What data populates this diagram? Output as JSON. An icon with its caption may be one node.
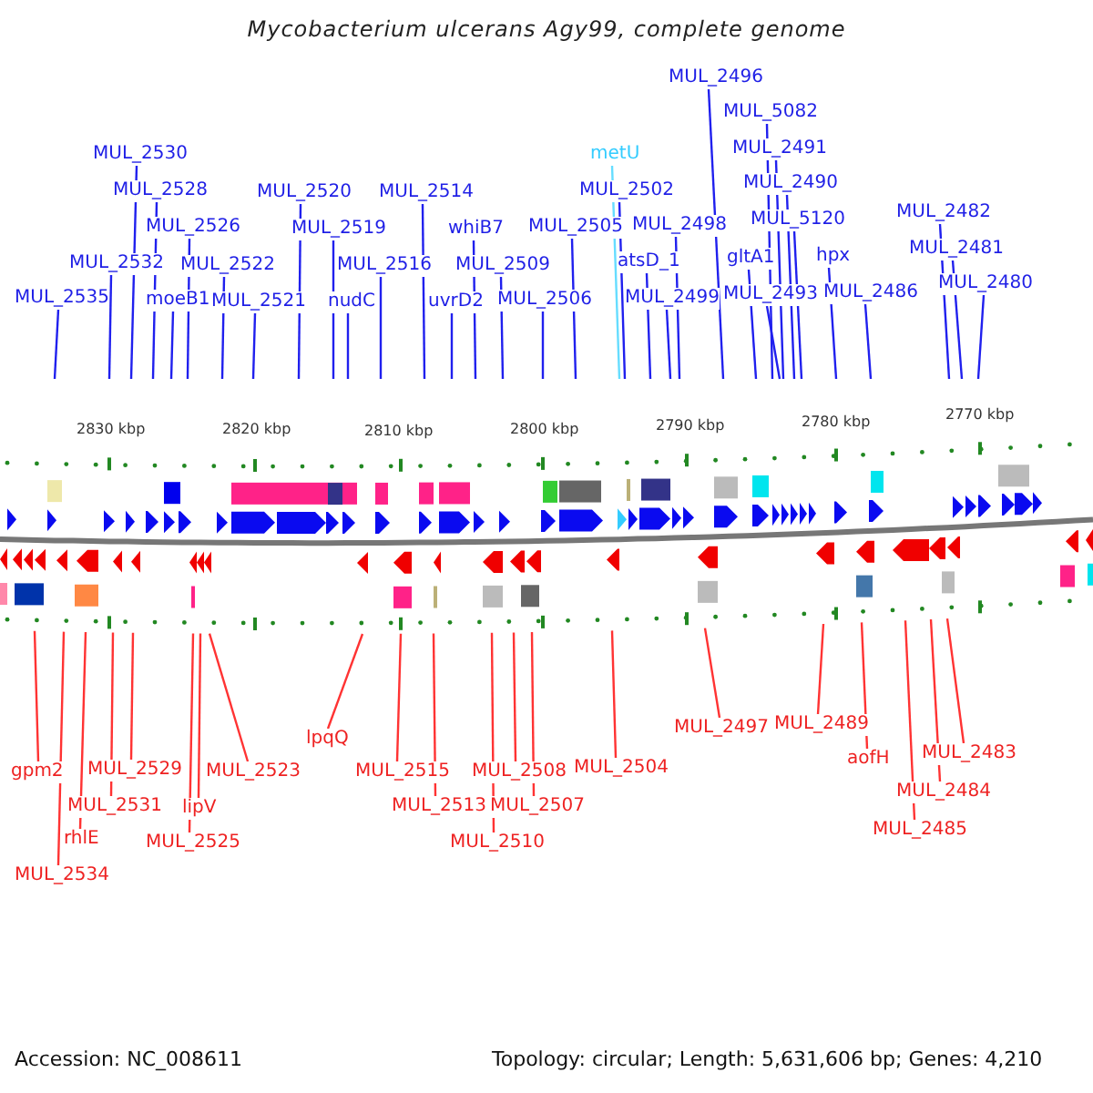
{
  "diagram": {
    "title": "Mycobacterium ulcerans Agy99, complete genome",
    "nodes": [
      {
        "text": [
          "MUL_2535"
        ]
      },
      {
        "text": [
          "MUL_2532"
        ]
      },
      {
        "text": [
          "MUL_2530"
        ]
      },
      {
        "text": [
          "MUL_2528"
        ]
      },
      {
        "text": [
          "MUL_2526"
        ]
      },
      {
        "text": [
          "moeB1"
        ]
      },
      {
        "text": [
          "MUL_2522"
        ]
      },
      {
        "text": [
          "MUL_2521"
        ]
      },
      {
        "text": [
          "MUL_2520"
        ]
      },
      {
        "text": [
          "MUL_2519"
        ]
      },
      {
        "text": [
          "nudC"
        ]
      },
      {
        "text": [
          "MUL_2516"
        ]
      },
      {
        "text": [
          "MUL_2514"
        ]
      },
      {
        "text": [
          "uvrD2"
        ]
      },
      {
        "text": [
          "whiB7"
        ]
      },
      {
        "text": [
          "MUL_2509"
        ]
      },
      {
        "text": [
          "MUL_2506"
        ]
      },
      {
        "text": [
          "MUL_2505"
        ]
      },
      {
        "text": [
          "metU"
        ]
      },
      {
        "text": [
          "MUL_2502"
        ]
      },
      {
        "text": [
          "atsD_1"
        ]
      },
      {
        "text": [
          "MUL_2499"
        ]
      },
      {
        "text": [
          "MUL_2498"
        ]
      },
      {
        "text": [
          "MUL_2496"
        ]
      },
      {
        "text": [
          "MUL_5082"
        ]
      },
      {
        "text": [
          "MUL_2491"
        ]
      },
      {
        "text": [
          "MUL_2490"
        ]
      },
      {
        "text": [
          "MUL_5120"
        ]
      },
      {
        "text": [
          "gltA1"
        ]
      },
      {
        "text": [
          "MUL_2493"
        ]
      },
      {
        "text": [
          "hpx"
        ]
      },
      {
        "text": [
          "MUL_2486"
        ]
      },
      {
        "text": [
          "MUL_2482"
        ]
      },
      {
        "text": [
          "MUL_2481"
        ]
      },
      {
        "text": [
          "MUL_2480"
        ]
      },
      {
        "text": [
          "gpm2"
        ]
      },
      {
        "text": [
          "MUL_2534"
        ]
      },
      {
        "text": [
          "rhlE"
        ]
      },
      {
        "text": [
          "MUL_2531"
        ]
      },
      {
        "text": [
          "MUL_2529"
        ]
      },
      {
        "text": [
          "MUL_2525"
        ]
      },
      {
        "text": [
          "lipV"
        ]
      },
      {
        "text": [
          "MUL_2523"
        ]
      },
      {
        "text": [
          "lpqQ"
        ]
      },
      {
        "text": [
          "MUL_2515"
        ]
      },
      {
        "text": [
          "MUL_2513"
        ]
      },
      {
        "text": [
          "MUL_2510"
        ]
      },
      {
        "text": [
          "MUL_2508"
        ]
      },
      {
        "text": [
          "MUL_2507"
        ]
      },
      {
        "text": [
          "MUL_2504"
        ]
      },
      {
        "text": [
          "MUL_2497"
        ]
      },
      {
        "text": [
          "MUL_2489"
        ]
      },
      {
        "text": [
          "aofH"
        ]
      },
      {
        "text": [
          "MUL_2485"
        ]
      },
      {
        "text": [
          "MUL_2484"
        ]
      },
      {
        "text": [
          "MUL_2483"
        ]
      }
    ],
    "edges": [
      {
        "from": 0,
        "to": null,
        "arrow": "none"
      },
      {
        "from": 1,
        "to": null,
        "arrow": "none"
      },
      {
        "from": 2,
        "to": null,
        "arrow": "none"
      },
      {
        "from": 3,
        "to": null,
        "arrow": "none"
      },
      {
        "from": 4,
        "to": null,
        "arrow": "none"
      },
      {
        "from": 5,
        "to": null,
        "arrow": "none"
      },
      {
        "from": 6,
        "to": null,
        "arrow": "none"
      },
      {
        "from": 7,
        "to": null,
        "arrow": "none"
      },
      {
        "from": 8,
        "to": null,
        "arrow": "none"
      },
      {
        "from": 9,
        "to": null,
        "arrow": "none"
      },
      {
        "from": 10,
        "to": null,
        "arrow": "none"
      },
      {
        "from": 11,
        "to": null,
        "arrow": "none"
      },
      {
        "from": 12,
        "to": null,
        "arrow": "none"
      },
      {
        "from": 13,
        "to": null,
        "arrow": "none"
      },
      {
        "from": 14,
        "to": null,
        "arrow": "none"
      },
      {
        "from": 15,
        "to": null,
        "arrow": "none"
      },
      {
        "from": 16,
        "to": null,
        "arrow": "none"
      },
      {
        "from": 17,
        "to": null,
        "arrow": "none"
      },
      {
        "from": 18,
        "to": null,
        "arrow": "none",
        "color": "#66ddff"
      },
      {
        "from": 19,
        "to": null,
        "arrow": "none"
      },
      {
        "from": 20,
        "to": null,
        "arrow": "none"
      },
      {
        "from": 21,
        "to": null,
        "arrow": "none"
      },
      {
        "from": 22,
        "to": null,
        "arrow": "none"
      },
      {
        "from": 23,
        "to": null,
        "arrow": "none"
      },
      {
        "from": 24,
        "to": null,
        "arrow": "none"
      },
      {
        "from": 25,
        "to": null,
        "arrow": "none"
      },
      {
        "from": 26,
        "to": null,
        "arrow": "none"
      },
      {
        "from": 27,
        "to": null,
        "arrow": "none"
      },
      {
        "from": 28,
        "to": null,
        "arrow": "none"
      },
      {
        "from": 29,
        "to": null,
        "arrow": "none"
      },
      {
        "from": 30,
        "to": null,
        "arrow": "none"
      },
      {
        "from": 31,
        "to": null,
        "arrow": "none"
      },
      {
        "from": 32,
        "to": null,
        "arrow": "none"
      },
      {
        "from": 33,
        "to": null,
        "arrow": "none"
      },
      {
        "from": 34,
        "to": null,
        "arrow": "none"
      },
      {
        "from": 35,
        "to": null,
        "arrow": "none",
        "color": "#ff3333"
      },
      {
        "from": 36,
        "to": null,
        "arrow": "none",
        "color": "#ff3333"
      },
      {
        "from": 37,
        "to": null,
        "arrow": "none",
        "color": "#ff3333"
      },
      {
        "from": 38,
        "to": null,
        "arrow": "none",
        "color": "#ff3333"
      },
      {
        "from": 39,
        "to": null,
        "arrow": "none",
        "color": "#ff3333"
      },
      {
        "from": 40,
        "to": null,
        "arrow": "none",
        "color": "#ff3333"
      },
      {
        "from": 41,
        "to": null,
        "arrow": "none",
        "color": "#ff3333"
      },
      {
        "from": 42,
        "to": null,
        "arrow": "none",
        "color": "#ff3333"
      },
      {
        "from": 43,
        "to": null,
        "arrow": "none",
        "color": "#ff3333"
      },
      {
        "from": 44,
        "to": null,
        "arrow": "none",
        "color": "#ff3333"
      },
      {
        "from": 45,
        "to": null,
        "arrow": "none",
        "color": "#ff3333"
      },
      {
        "from": 46,
        "to": null,
        "arrow": "none",
        "color": "#ff3333"
      },
      {
        "from": 47,
        "to": null,
        "arrow": "none",
        "color": "#ff3333"
      },
      {
        "from": 48,
        "to": null,
        "arrow": "none",
        "color": "#ff3333"
      },
      {
        "from": 49,
        "to": null,
        "arrow": "none",
        "color": "#ff3333"
      },
      {
        "from": 50,
        "to": null,
        "arrow": "none",
        "color": "#ff3333"
      },
      {
        "from": 51,
        "to": null,
        "arrow": "none",
        "color": "#ff3333"
      },
      {
        "from": 52,
        "to": null,
        "arrow": "none",
        "color": "#ff3333"
      },
      {
        "from": 53,
        "to": null,
        "arrow": "none",
        "color": "#ff3333"
      },
      {
        "from": 54,
        "to": null,
        "arrow": "none",
        "color": "#ff3333"
      },
      {
        "from": 55,
        "to": null,
        "arrow": "none",
        "color": "#ff3333"
      }
    ],
    "labels": [
      "2830 kbp",
      "2820 kbp",
      "2810 kbp",
      "2800 kbp",
      "2790 kbp",
      "2780 kbp",
      "2770 kbp",
      "Accession: NC_008611",
      "Topology: circular; Length: 5,631,606 bp; Genes: 4,210"
    ]
  }
}
